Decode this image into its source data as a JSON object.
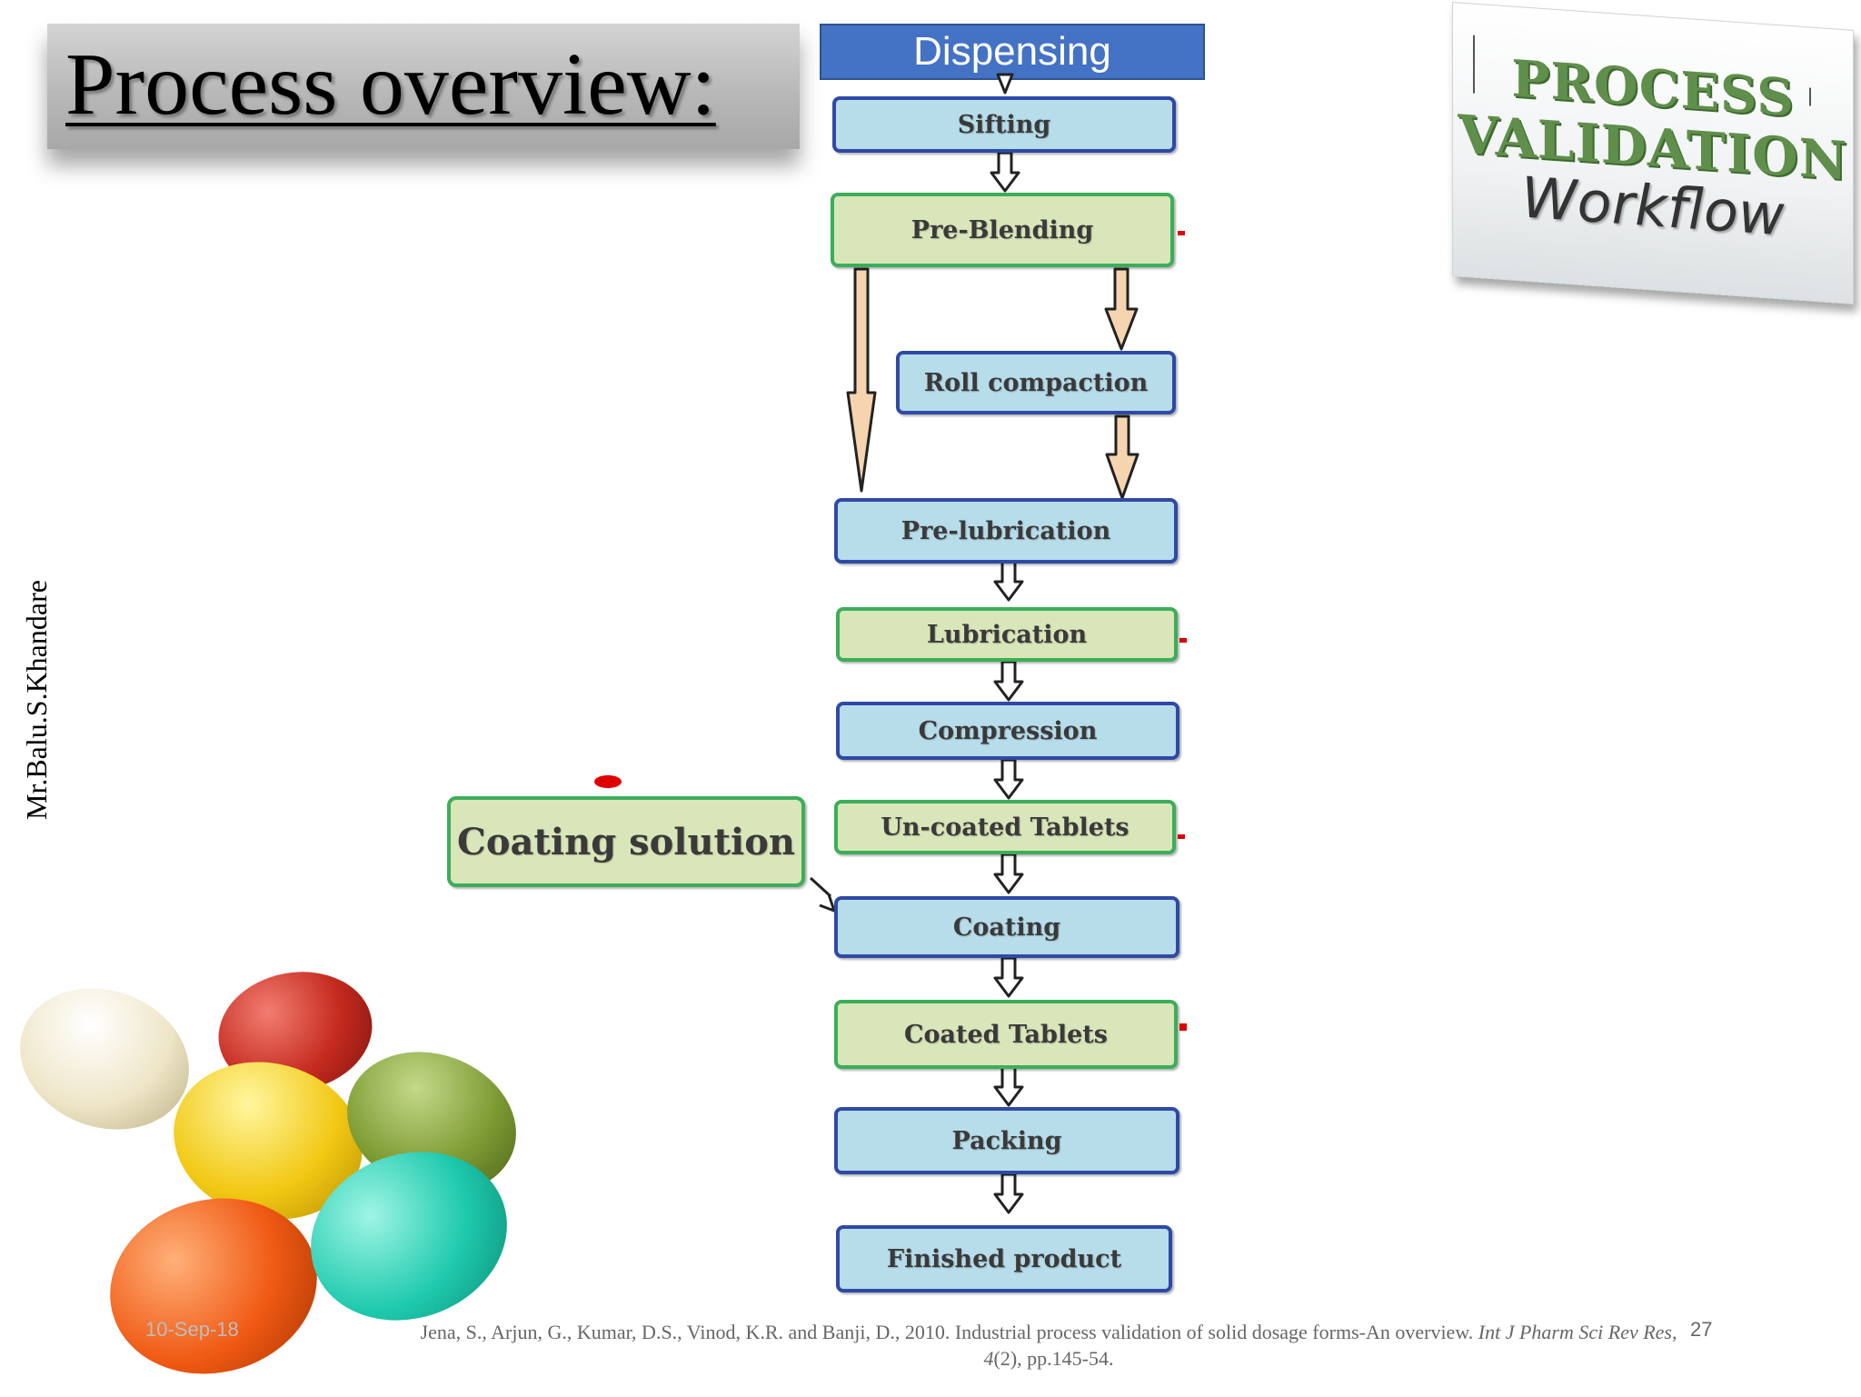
{
  "slide": {
    "title": "Process overview:",
    "author": "Mr.Balu.S.Khandare",
    "date": "10-Sep-18",
    "page_number": "27"
  },
  "badge": {
    "line1": "PROCESS",
    "line2": "VALIDATION",
    "line3": "Workflow"
  },
  "flow": {
    "start": "Dispensing",
    "side_input": "Coating solution",
    "steps": [
      {
        "label": "Sifting",
        "color": "blue"
      },
      {
        "label": "Pre-Blending",
        "color": "green"
      },
      {
        "label": "Roll compaction",
        "color": "blue"
      },
      {
        "label": "Pre-lubrication",
        "color": "blue"
      },
      {
        "label": "Lubrication",
        "color": "green"
      },
      {
        "label": "Compression",
        "color": "blue"
      },
      {
        "label": "Un-coated Tablets",
        "color": "green"
      },
      {
        "label": "Coating",
        "color": "blue"
      },
      {
        "label": "Coated Tablets",
        "color": "green"
      },
      {
        "label": "Packing",
        "color": "blue"
      },
      {
        "label": "Finished product",
        "color": "blue"
      }
    ]
  },
  "citation": {
    "authors": "Jena, S., Arjun, G., Kumar, D.S., Vinod, K.R. and Banji, D., 2010. Industrial process validation of solid dosage forms-An overview.",
    "journal": "Int J Pharm Sci Rev Res",
    "volume": "4",
    "issue_pages": "(2), pp.145-54."
  },
  "colors": {
    "blue_fill": "#b7dcea",
    "blue_border": "#2e4aa6",
    "green_fill": "#d9e6b9",
    "green_border": "#3cae59",
    "header_blue": "#4472c4",
    "arrow_fill": "#f5d5b0"
  }
}
